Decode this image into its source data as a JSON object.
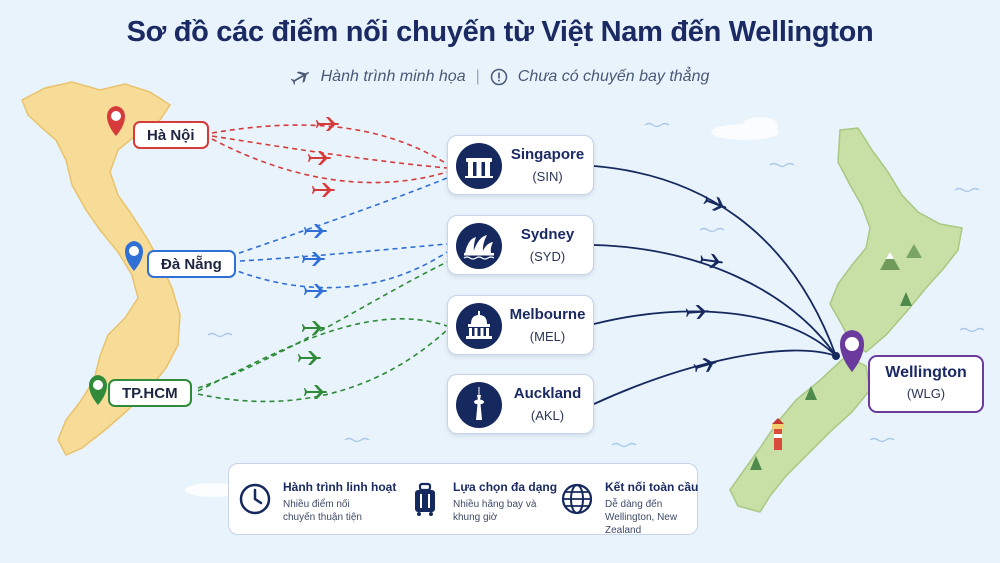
{
  "title": "Sơ đồ các điểm nối chuyến từ Việt Nam đến Wellington",
  "subtitle": {
    "left_icon": "airplane-icon",
    "left_text": "Hành trình minh họa",
    "separator": "|",
    "right_icon": "exclamation-circle-icon",
    "right_text": "Chưa có chuyến bay thẳng"
  },
  "origins": [
    {
      "name": "Hà Nội",
      "color": "#d63b3b",
      "pin_icon": "red-map-pin-icon"
    },
    {
      "name": "Đà Nẵng",
      "color": "#2f6fd6",
      "pin_icon": "blue-map-pin-icon"
    },
    {
      "name": "TP.HCM",
      "color": "#2f8a3a",
      "pin_icon": "green-map-pin-icon"
    }
  ],
  "hubs": [
    {
      "name": "Singapore",
      "code": "(SIN)",
      "icon": "marina-bay-sands-icon"
    },
    {
      "name": "Sydney",
      "code": "(SYD)",
      "icon": "sydney-opera-house-icon"
    },
    {
      "name": "Melbourne",
      "code": "(MEL)",
      "icon": "domed-building-icon"
    },
    {
      "name": "Auckland",
      "code": "(AKL)",
      "icon": "sky-tower-icon"
    }
  ],
  "destination": {
    "name": "Wellington",
    "code": "(WLG)",
    "color": "#6a3b9c",
    "pin_icon": "purple-map-pin-icon"
  },
  "features": [
    {
      "icon": "clock-icon",
      "title": "Hành trình linh hoạt",
      "desc": "Nhiều điểm nối chuyến thuận tiện"
    },
    {
      "icon": "luggage-icon",
      "title": "Lựa chọn đa dạng",
      "desc": "Nhiều hãng bay và khung giờ"
    },
    {
      "icon": "globe-icon",
      "title": "Kết nối toàn cầu",
      "desc": "Dễ dàng đến Wellington, New Zealand"
    }
  ],
  "colors": {
    "navy": "#16295f",
    "map_vietnam": "#f6dc96",
    "map_new_zealand": "#c8dfa6",
    "sea": "#e9f3fb"
  }
}
